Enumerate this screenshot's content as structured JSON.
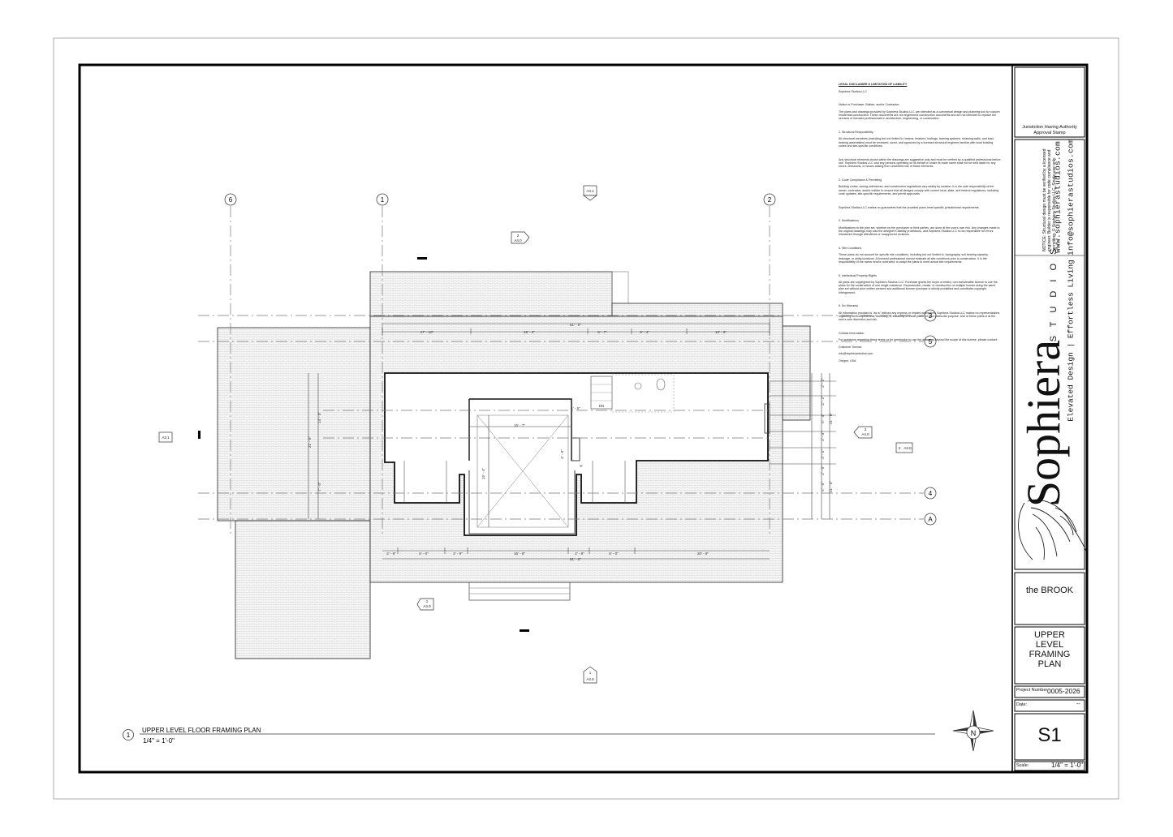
{
  "gridlines": {
    "vertical": [
      "6",
      "1",
      "2"
    ],
    "horizontal": [
      "3",
      "5",
      "4",
      "A"
    ]
  },
  "section_tags": {
    "top_sheet": "A3.1",
    "top_section_num": "2",
    "top_section_sheet": "A4.0",
    "left_sheet": "A3.1",
    "right_section_num": "3",
    "right_section_sheet": "A4.0",
    "right_elev_num": "2",
    "right_elev_sheet": "A3.0",
    "bottom_section_num": "1",
    "bottom_section_sheet": "A4.0",
    "bottom_elev_num": "1",
    "bottom_elev_sheet": "A3.0"
  },
  "dimensions": {
    "top_overall": "61' - 0\"",
    "top_segments": [
      "17' - 10\"",
      "15' - 2\"",
      "5' - 7\"",
      "9' - 4\"",
      "13' - 2\""
    ],
    "bottom_overall": "61' - 0\"",
    "bottom_segments": [
      "2' - 9\"",
      "6' - 0\"",
      "2' - 9\"",
      "16' - 8\"",
      "2' - 9\"",
      "6' - 0\"",
      "20' - 8\""
    ],
    "left_overall": "21' - 0\"",
    "left_segments": [
      "14' - 0\"",
      "7' - 0\""
    ],
    "right_segments": [
      "2' - 2\"",
      "2' - 2\"",
      "5' - 4\"",
      "2' - 0\"",
      "3' - 5\"",
      "2' - 0\"",
      "5' - 0\""
    ],
    "right_overall_upper": "21' - 0\"",
    "right_overall_lower": "21' - 0\"",
    "center_width": "15' - 7\"",
    "center_height": "15' - 4\"",
    "stair_w": "4' - 0\"",
    "small_a": "1' - 6\"",
    "small_b": "5'"
  },
  "dn_label": "DN",
  "legal": {
    "heading": "LEGAL DISCLAIMER & LIMITATION OF LIABILITY",
    "company": "Sophiera Studios LLC",
    "notice_to": "Notice to Purchaser, Builder, and/or Contractor:",
    "intro": "The plans and drawings provided by Sophiera Studios LLC are intended as a conceptual design and planning tool for custom residential construction. These documents are not engineered construction documents and are not intended to replace the services of licensed professionals in architecture, engineering, or construction.",
    "s1_title": "1. Structural Responsibility",
    "s1_body": "All structural members (including but not limited to: beams, headers, footings, framing systems, retaining walls, and load-bearing assemblies) must be reviewed, sized, and approved by a licensed structural engineer familiar with local building codes and site-specific conditions.",
    "s1_body2": "Any structural elements shown within the drawings are suggestive only and must be verified by a qualified professional before use. Sophiera Studios LLC and any persons operating on its behalf or under its trade name shall not be held liable for any errors, omissions, or issues arising from unverified use of these elements.",
    "s2_title": "2. Code Compliance & Permitting",
    "s2_body": "Building codes, zoning ordinances, and construction regulations vary widely by location. It is the sole responsibility of the owner, contractor, and/or builder to ensure that all designs comply with current local, state, and federal regulations, including code updates, site-specific requirements, and permit approvals.",
    "s2_body2": "Sophiera Studios LLC makes no guarantees that the provided plans meet specific jurisdictional requirements.",
    "s3_title": "3. Modifications",
    "s3_body": "Modifications to the plan set, whether by the purchaser or third parties, are done at the user's own risk. Any changes made to the original drawings may void the designer's liability protections, and Sophiera Studios LLC is not responsible for errors introduced through alterations or unapproved revisions.",
    "s4_title": "4. Site Conditions",
    "s4_body": "These plans do not account for specific site conditions, including but not limited to: topography, soil bearing capacity, drainage, or utility locations. A licensed professional should evaluate all site conditions prior to construction. It is the responsibility of the owner and/or contractor to adapt the plans to meet actual site requirements.",
    "s5_title": "5. Intellectual Property Rights",
    "s5_body": "All plans are copyrighted by Sophiera Studios LLC. Purchase grants the buyer a limited, non-transferable license to use the plans for the construction of one single residence. Reproduction, resale, or construction of multiple homes using the same plan set without prior written consent and additional license purchase is strictly prohibited and constitutes copyright infringement.",
    "s6_title": "6. No Warranty",
    "s6_body": "All information provided is \"as is\" without any express or implied warranties. Sophiera Studios LLC makes no representations regarding the completeness, accuracy, or suitability of these plans for your particular purpose. Use of these plans is at the user's sole discretion and risk.",
    "contact_title": "Contact Information",
    "contact_body": "For questions regarding these terms or for permission to use the drawings beyond the scope of this license, please contact:",
    "contact_name": "Customer Service",
    "contact_email": "info@sophierastudios.com",
    "contact_location": "Oregon, USA"
  },
  "titleblock": {
    "approval_line1": "Juristiction Having Authority",
    "approval_line2": "Approval Stamp",
    "notice": "NOTICE: Structural design must be verified by a licensed engineer. Builder is responsible for code compliance and permitting. © Sophiera Studios LLC. Single-use only.",
    "website": "www.sophierastudios.com",
    "email": "info@sophierastudios.com",
    "brand_name": "Sophiera",
    "brand_studios": "S T U D I O S",
    "tagline": "Elevated Design | Effortless Living",
    "project_name": "the BROOK",
    "sheet_title_1": "UPPER",
    "sheet_title_2": "LEVEL",
    "sheet_title_3": "FRAMING",
    "sheet_title_4": "PLAN",
    "project_number_label": "Project Number",
    "project_number": "0005-2026",
    "date_label": "Date:",
    "date_value": "--",
    "sheet_number": "S1",
    "scale_label": "Scale:",
    "scale_value": "1/4\" = 1'-0\""
  },
  "view_title": {
    "number": "1",
    "title": "UPPER LEVEL FLOOR FRAMING PLAN",
    "scale": "1/4\" = 1'-0\""
  },
  "north_label": "N",
  "colors": {
    "line": "#222222",
    "grid": "#777777",
    "hatch": "#cfcfcf",
    "frame": "#000000"
  }
}
